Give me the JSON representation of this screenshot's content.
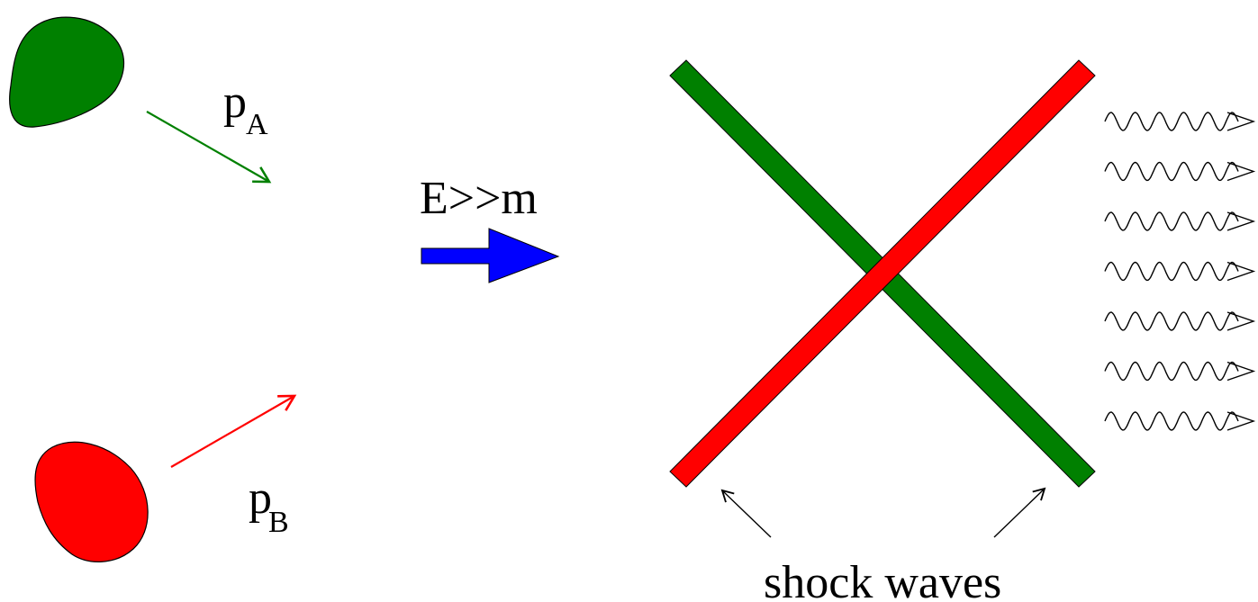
{
  "labels": {
    "p_a_main": "p",
    "p_a_sub": "A",
    "p_b_main": "p",
    "p_b_sub": "B",
    "energy": "E>>m",
    "shock": "shock waves"
  },
  "colors": {
    "nucleus_a": "#008000",
    "nucleus_b": "#ff0000",
    "arrow_blue": "#0000ff",
    "ink": "#000000"
  },
  "shapes": {
    "nucleus_a": "green blob",
    "nucleus_b": "red blob",
    "sheet_a": "green shock sheet",
    "sheet_b": "red shock sheet",
    "radiation_lines": 7
  }
}
